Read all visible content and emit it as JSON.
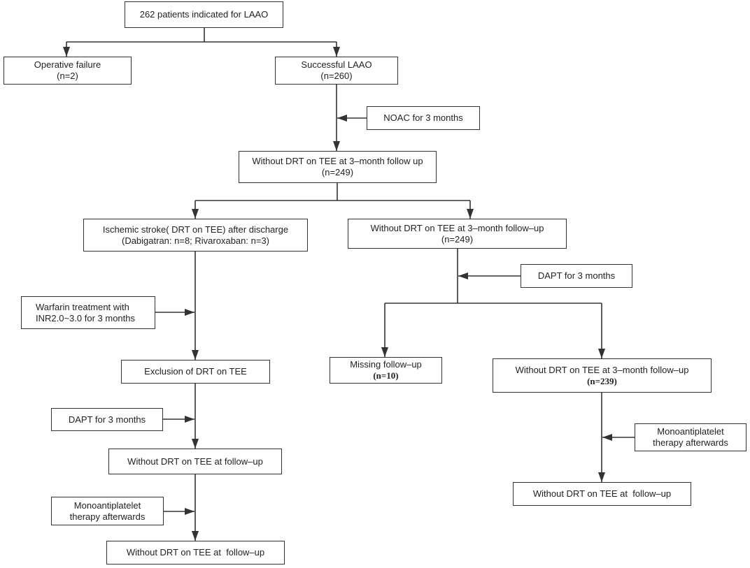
{
  "flowchart": {
    "enrolled": {
      "label": "262 patients indicated for LAAO"
    },
    "operative_failure": {
      "label": "Operative failure",
      "count": "(n=2)"
    },
    "successful_laao": {
      "label": "Successful LAAO",
      "count": "(n=260)"
    },
    "noac": {
      "label": "NOAC for 3 months"
    },
    "no_drt_3m": {
      "label": "Without DRT on TEE at 3–month follow up",
      "count": "(n=249)"
    },
    "ischemic_stroke": {
      "label": "Ischemic stroke( DRT on TEE) after discharge",
      "detail": "(Dabigatran: n=8; Rivaroxaban: n=3)"
    },
    "no_drt_3m_right": {
      "label": "Without DRT on TEE at 3–month follow–up",
      "count": "(n=249)"
    },
    "warfarin": {
      "line1": "Warfarin treatment with",
      "line2": "INR2.0~3.0 for 3 months"
    },
    "dapt_right": {
      "label": "DAPT for 3 months"
    },
    "exclusion_drt": {
      "label": "Exclusion of DRT on TEE"
    },
    "missing_followup": {
      "label": "Missing follow–up",
      "count": "(n=10)"
    },
    "no_drt_3m_239": {
      "label": "Without DRT on TEE at 3–month follow–up",
      "count": "(n=239)"
    },
    "dapt_left": {
      "label": "DAPT for 3 months"
    },
    "no_drt_followup_left": {
      "label": "Without DRT on TEE at follow–up"
    },
    "mono_right": {
      "line1": "Monoantiplatelet",
      "line2": "therapy afterwards"
    },
    "mono_left": {
      "line1": "Monoantiplatelet",
      "line2": "therapy afterwards"
    },
    "final_right": {
      "label": "Without DRT on TEE at  follow–up"
    },
    "final_left": {
      "label": "Without DRT on TEE at  follow–up"
    }
  }
}
